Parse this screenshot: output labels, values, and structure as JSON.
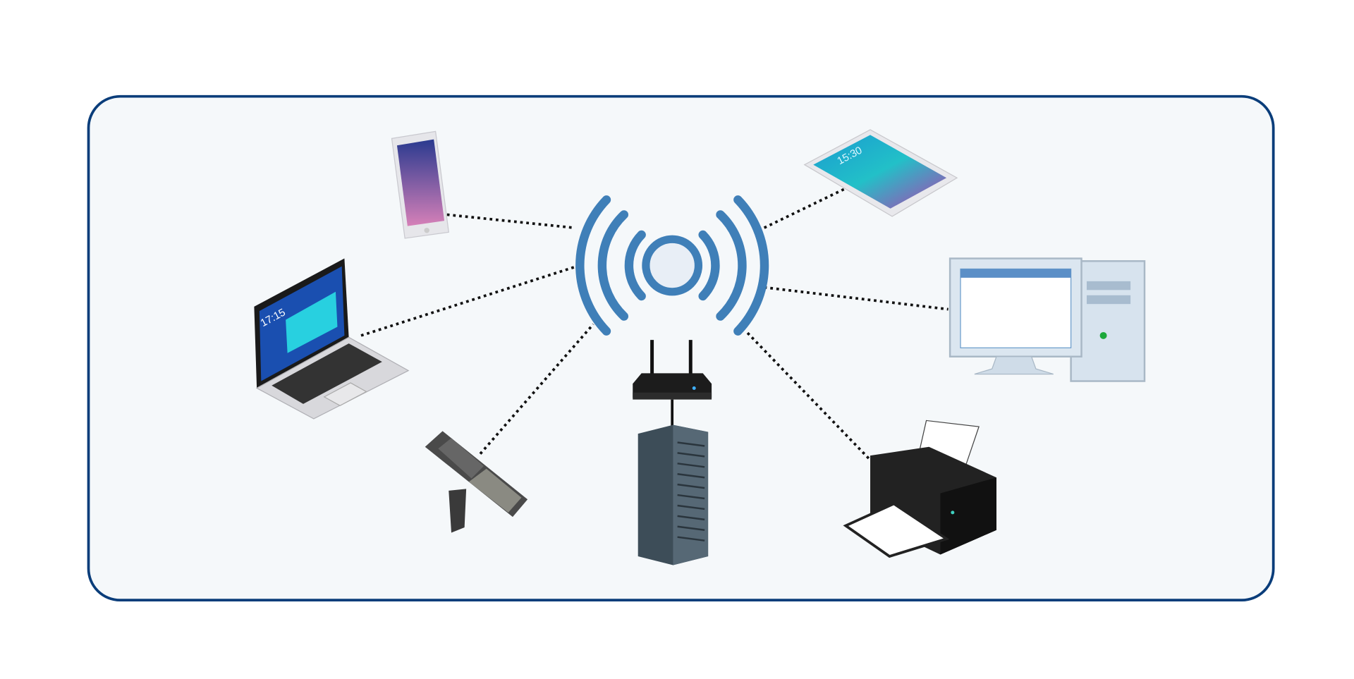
{
  "diagram": {
    "type": "wireless network diagram",
    "hub": {
      "icon": "wifi-broadcast-icon",
      "color": "#3f7fb8"
    },
    "frame_color": "#0a3d7a",
    "devices": [
      {
        "id": "smartphone",
        "icon": "smartphone-icon"
      },
      {
        "id": "laptop",
        "icon": "laptop-icon",
        "screen_time": "17:15"
      },
      {
        "id": "handheld-scanner",
        "icon": "barcode-scanner-icon"
      },
      {
        "id": "router",
        "icon": "router-icon"
      },
      {
        "id": "server",
        "icon": "server-tower-icon"
      },
      {
        "id": "tablet",
        "icon": "tablet-icon",
        "screen_time": "15:30"
      },
      {
        "id": "desktop-pc",
        "icon": "desktop-computer-icon"
      },
      {
        "id": "printer",
        "icon": "printer-icon"
      }
    ]
  }
}
